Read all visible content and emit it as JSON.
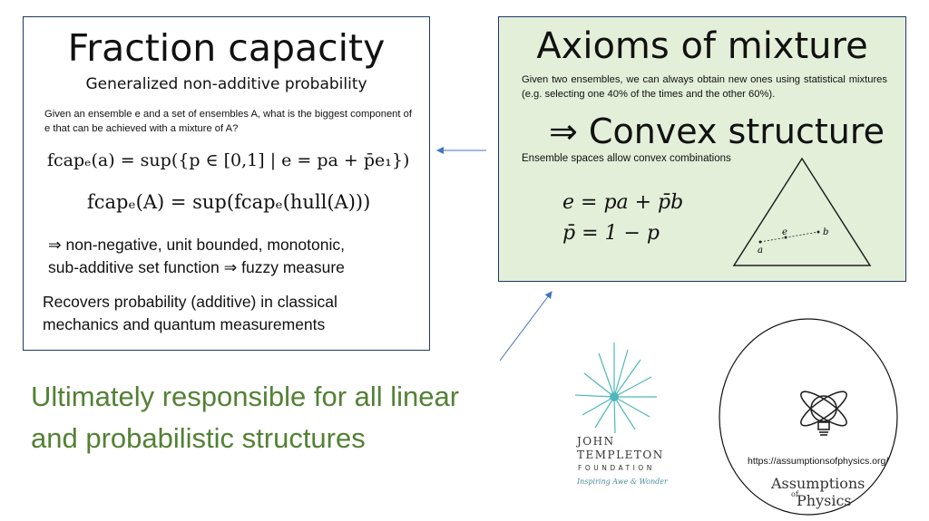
{
  "left_panel": {
    "title": "Fraction capacity",
    "subtitle": "Generalized non-additive probability",
    "description": "Given an ensemble e and a set of ensembles A, what is the biggest component of e that can be achieved with a mixture of A?",
    "formula_1": "fcapₑ(a) = sup({p ∈ [0,1] | e = pa + p̄e₁})",
    "formula_2": "fcapₑ(A) = sup(fcapₑ(hull(A)))",
    "property_line_1": "⇒ non-negative, unit bounded, monotonic,",
    "property_line_2": "sub-additive set function ⇒ fuzzy measure",
    "recovers_line_1": "Recovers probability (additive) in classical",
    "recovers_line_2": "mechanics and quantum measurements"
  },
  "right_panel": {
    "title": "Axioms of mixture",
    "description": "Given two ensembles, we can always obtain new ones using statistical mixtures (e.g. selecting one 40% of the times and the other 60%).",
    "convex_heading": "⇒ Convex structure",
    "convex_caption": "Ensemble spaces allow convex combinations",
    "equation_1": "e = pa + p̄b",
    "equation_2": "p̄ = 1 − p",
    "diagram_labels": {
      "a": "a",
      "e": "e",
      "b": "b"
    }
  },
  "bottom_text": {
    "line_1": "Ultimately responsible for all linear",
    "line_2": "and probabilistic structures"
  },
  "templeton_logo": {
    "line_1": "JOHN",
    "line_2": "TEMPLETON",
    "line_3": "FOUNDATION",
    "tagline": "Inspiring Awe & Wonder"
  },
  "aop_logo": {
    "url": "https://assumptionsofphysics.org/",
    "name_line_1": "Assumptions",
    "name_of": "of",
    "name_line_2": "Physics"
  },
  "colors": {
    "border": "#1f3864",
    "right_panel_bg": "#e3efd9",
    "green_text": "#538135",
    "arrow": "#4472c4",
    "templeton_teal": "#4fb8b8"
  }
}
